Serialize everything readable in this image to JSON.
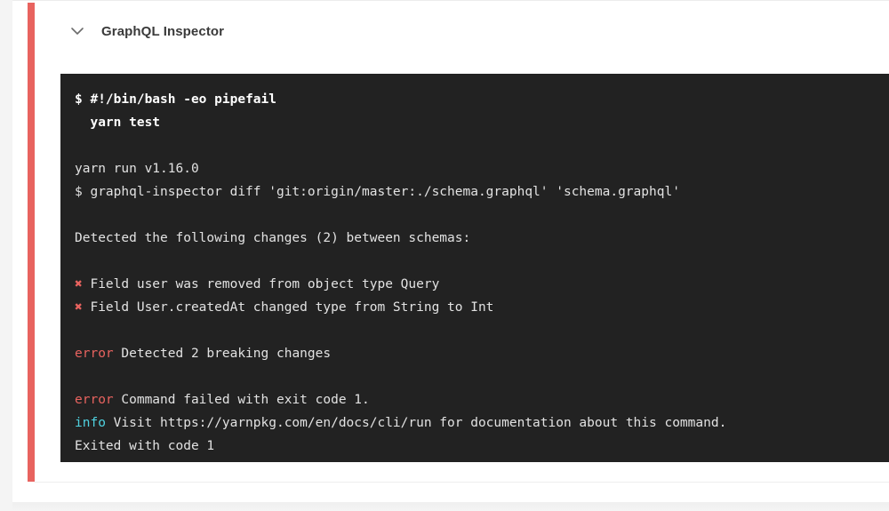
{
  "card": {
    "status_color": "#e8635f",
    "header": {
      "collapse_icon": "chevron-down-icon",
      "title": "GraphQL Inspector"
    }
  },
  "terminal": {
    "background": "#222222",
    "text_color": "#e6e6e6",
    "error_color": "#e8635f",
    "info_color": "#4fd2e0",
    "lines": [
      {
        "kind": "command",
        "prompt": "$",
        "text": "#!/bin/bash -eo pipefail"
      },
      {
        "kind": "command-cont",
        "text": "yarn test"
      },
      {
        "kind": "blank",
        "text": ""
      },
      {
        "kind": "plain",
        "text": "yarn run v1.16.0"
      },
      {
        "kind": "plain",
        "text": "$ graphql-inspector diff 'git:origin/master:./schema.graphql' 'schema.graphql'"
      },
      {
        "kind": "blank",
        "text": ""
      },
      {
        "kind": "plain",
        "text": "Detected the following changes (2) between schemas:"
      },
      {
        "kind": "blank",
        "text": ""
      },
      {
        "kind": "change",
        "marker": "✖",
        "text": "Field user was removed from object type Query"
      },
      {
        "kind": "change",
        "marker": "✖",
        "text": "Field User.createdAt changed type from String to Int"
      },
      {
        "kind": "blank",
        "text": ""
      },
      {
        "kind": "severity",
        "severity": "error",
        "text": "Detected 2 breaking changes"
      },
      {
        "kind": "blank",
        "text": ""
      },
      {
        "kind": "severity",
        "severity": "error",
        "text": "Command failed with exit code 1."
      },
      {
        "kind": "severity",
        "severity": "info",
        "text": "Visit https://yarnpkg.com/en/docs/cli/run for documentation about this command."
      },
      {
        "kind": "plain",
        "text": "Exited with code 1"
      }
    ]
  }
}
